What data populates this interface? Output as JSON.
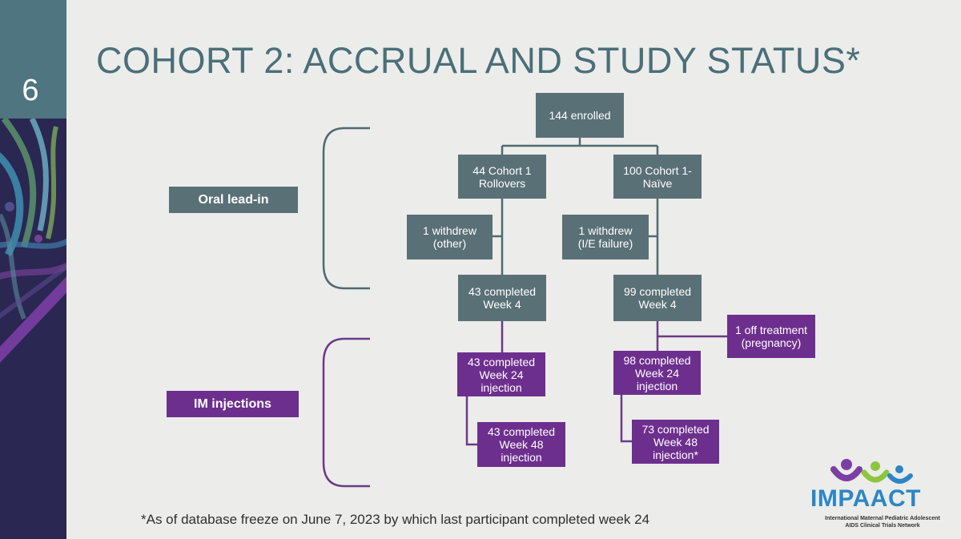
{
  "slide": {
    "number": "6",
    "title": "COHORT 2: ACCRUAL AND STUDY STATUS*"
  },
  "phases": {
    "oral": "Oral lead-in",
    "im": "IM injections"
  },
  "nodes": {
    "enrolled": "144 enrolled",
    "rollovers": "44 Cohort 1\nRollovers",
    "naive": "100 Cohort 1-\nNaïve",
    "withdrew_other": "1 withdrew\n(other)",
    "withdrew_ie": "1 withdrew\n(I/E failure)",
    "left_week4": "43 completed\nWeek 4",
    "right_week4": "99 completed\nWeek 4",
    "off_treatment": "1 off treatment\n(pregnancy)",
    "left_week24": "43 completed\nWeek 24\ninjection",
    "right_week24": "98 completed\nWeek 24\ninjection",
    "left_week48": "43 completed\nWeek 48\ninjection",
    "right_week48": "73 completed\nWeek 48\ninjection*"
  },
  "footnote": "*As of database freeze on June 7, 2023 by which last participant completed week 24",
  "logo": {
    "name": "IMPAACT",
    "subtitle": "International Maternal Pediatric Adolescent\nAIDS Clinical Trials Network"
  },
  "colors": {
    "gray_box": "#5a7077",
    "purple_box": "#6d2f8e",
    "title": "#4a6f79",
    "background": "#ececea"
  }
}
